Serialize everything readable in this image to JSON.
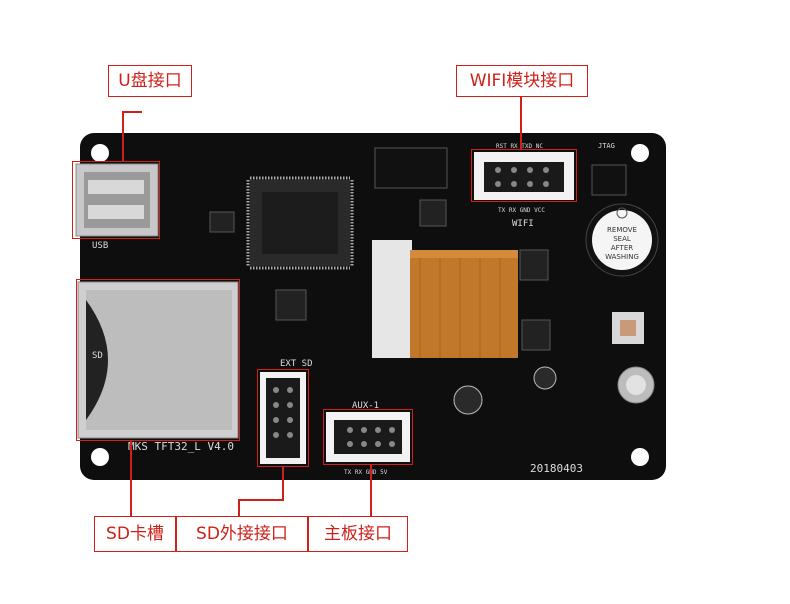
{
  "callouts": {
    "usb_port": "U盘接口",
    "wifi_port": "WIFI模块接口",
    "sd_slot": "SD卡槽",
    "sd_external": "SD外接接口",
    "mainboard_port": "主板接口"
  },
  "board": {
    "model": "MKS TFT32_L V4.0",
    "date_code": "20180403",
    "usb_label": "USB",
    "sd_label": "SD",
    "ext_sd_label": "EXT SD",
    "aux_label": "AUX-1",
    "wifi_label": "WIFI",
    "jtag_label": "JTAG",
    "aux_pins": "TX RX GND 5V",
    "wifi_pins_top": "RST RX TXD NC",
    "wifi_pins_bottom": "TX RX GND VCC",
    "buzzer_line1": "REMOVE",
    "buzzer_line2": "SEAL",
    "buzzer_line3": "AFTER",
    "buzzer_line4": "WASHING"
  }
}
